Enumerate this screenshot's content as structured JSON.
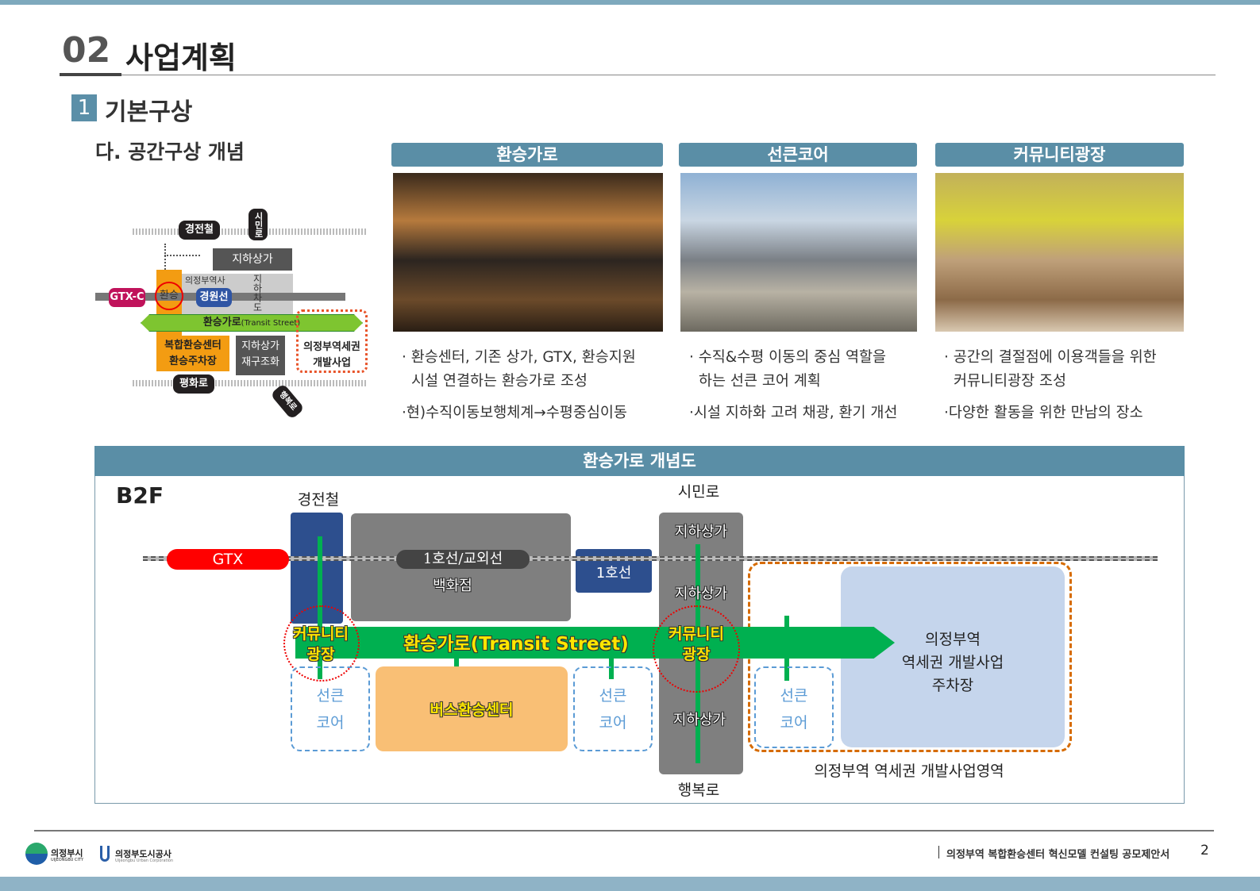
{
  "header": {
    "number": "02",
    "title": "사업계획",
    "section_num": "1",
    "section_title": "기본구상",
    "subtitle": "다. 공간구상 개념"
  },
  "mini_map": {
    "gyeongjeoncheol": "경전철",
    "simin_ro": "시민로",
    "underground_mall": "지하상가",
    "station_bldg": "의정부역사",
    "gtx_c": "GTX-C",
    "transfer": "환승",
    "gyeongwon": "경원선",
    "underground_road": "지하차도",
    "transit_street": "환승가로",
    "transit_street_en": "(Transit Street)",
    "complex_center": "복합환승센터",
    "transfer_parking": "환승주차장",
    "mall_restructure_1": "지하상가",
    "mall_restructure_2": "재구조화",
    "dev_1": "의정부역세권",
    "dev_2": "개발사업",
    "pyeonghwa_ro": "평화로",
    "haengbok_ro": "행복로"
  },
  "concepts": [
    {
      "title": "환승가로",
      "bullets": [
        "· 환승센터, 기존 상가, GTX,  환승지원",
        "  시설 연결하는 환승가로 조성",
        "·현)수직이동보행체계→수평중심이동"
      ]
    },
    {
      "title": "선큰코어",
      "bullets": [
        "· 수직&수평 이동의 중심 역할을",
        "  하는 선큰 코어 계획",
        "·시설 지하화 고려 채광, 환기 개선"
      ]
    },
    {
      "title": "커뮤니티광장",
      "bullets": [
        "· 공간의 결절점에 이용객들을 위한",
        "  커뮤니티광장 조성",
        "·다양한 활동을 위한 만남의 장소"
      ]
    }
  ],
  "diagram": {
    "title": "환승가로 개념도",
    "floor": "B2F",
    "gyeongjeoncheol": "경전철",
    "simin_ro": "시민로",
    "gtx": "GTX",
    "line1_shared": "1호선/교외선",
    "line1": "1호선",
    "department_store": "백화점",
    "mall_top": "지하상가",
    "mall_mid": "지하상가",
    "mall_bottom": "지하상가",
    "community_1": "커뮤니티",
    "plaza_1": "광장",
    "community_2": "커뮤니티",
    "plaza_2": "광장",
    "transit_street": "환승가로(Transit Street)",
    "bus_center": "버스환승센터",
    "sunken_1": "선큰",
    "core_1": "코어",
    "sunken_2": "선큰",
    "core_2": "코어",
    "sunken_3": "선큰",
    "core_3": "코어",
    "dev_parking_1": "의정부역",
    "dev_parking_2": "역세권 개발사업",
    "dev_parking_3": "주차장",
    "dev_area": "의정부역 역세권 개발사업영역",
    "haengbok_ro": "행복로"
  },
  "footer": {
    "logo1": "의정부시",
    "logo1_en": "UIJEONGBU CITY",
    "logo2": "의정부도시공사",
    "logo2_en": "Uijeongbu Urban Corporation",
    "doc_title": "의정부역 복합환승센터 혁신모델 컨설팅 공모제안서",
    "page": "2"
  }
}
